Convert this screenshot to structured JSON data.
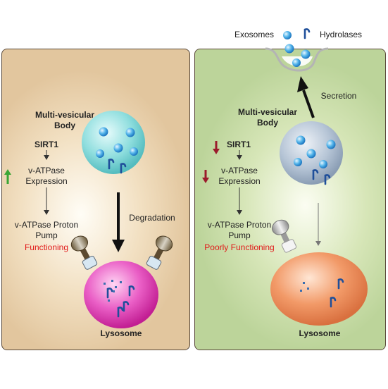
{
  "left": {
    "mvb_label": "Multi-vesicular Body",
    "sirt1": "SIRT1",
    "vatpase_expression": "v-ATPase Expression",
    "proton_pump": "v-ATPase Proton Pump",
    "status": "Functioning",
    "degradation": "Degradation",
    "lysosome": "Lysosome"
  },
  "right": {
    "exosomes": "Exosomes",
    "hydrolases": "Hydrolases",
    "secretion": "Secretion",
    "mvb_label": "Multi-vesicular Body",
    "sirt1": "SIRT1",
    "vatpase_expression": "v-ATPase Expression",
    "proton_pump": "v-ATPase Proton Pump",
    "status": "Poorly Functioning",
    "lysosome": "Lysosome"
  },
  "colors": {
    "up_arrow": "#3aa635",
    "down_arrow": "#9b1b2c",
    "status_text": "#e11919",
    "left_panel": "#e9d2ad",
    "right_panel": "#c9ddaa",
    "mvb_left": "#7fd6d6",
    "mvb_right": "#aebfd1",
    "lysosome_left": "#e040b6",
    "lysosome_right": "#ee8f5e"
  }
}
